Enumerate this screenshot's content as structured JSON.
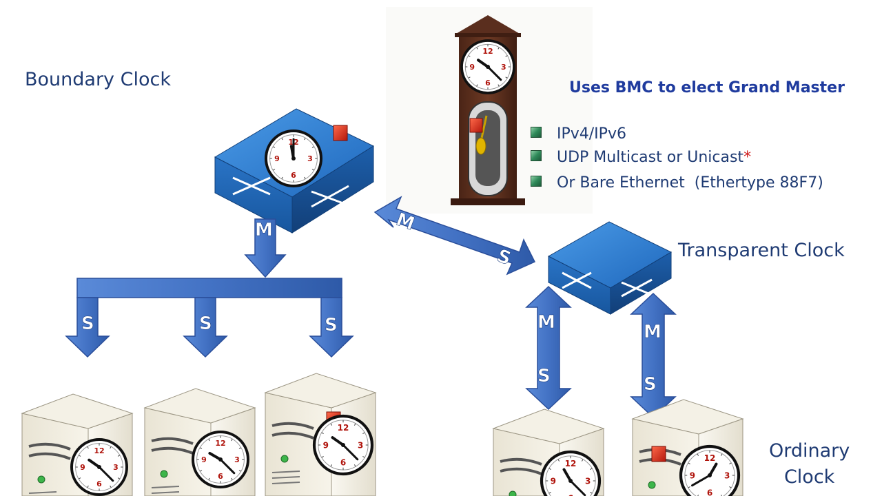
{
  "labels": {
    "boundary_clock": "Boundary Clock",
    "transparent_clock": "Transparent Clock",
    "ordinary_clock_line1": "Ordinary",
    "ordinary_clock_line2": "Clock"
  },
  "bmc": {
    "heading": "Uses BMC to elect Grand Master",
    "bullets": [
      {
        "text": "IPv4/IPv6",
        "marker": ""
      },
      {
        "text": "UDP Multicast or Unicast",
        "marker": "*"
      },
      {
        "text": "Or Bare Ethernet  (Ethertype 88F7)",
        "marker": ""
      }
    ]
  },
  "arrow_labels": {
    "master": "M",
    "slave": "S"
  },
  "clock_numerals": [
    "12",
    "3",
    "6",
    "9"
  ],
  "colors": {
    "text": "#1f3b73",
    "heading": "#1f3b9e",
    "arrow_fill": "#4472c4",
    "arrow_stroke": "#2a4e9a",
    "switch_top": "#2f7fd3",
    "switch_side": "#1a5ba8",
    "grandmaster_marker": "#e02a1a",
    "bullet": "#2f8a5a",
    "case": "#f0ebdc",
    "clock_tower": "#5a2e1e"
  },
  "icons": [
    "grandfather-clock-icon",
    "switch-icon",
    "server-icon",
    "clock-icon"
  ]
}
